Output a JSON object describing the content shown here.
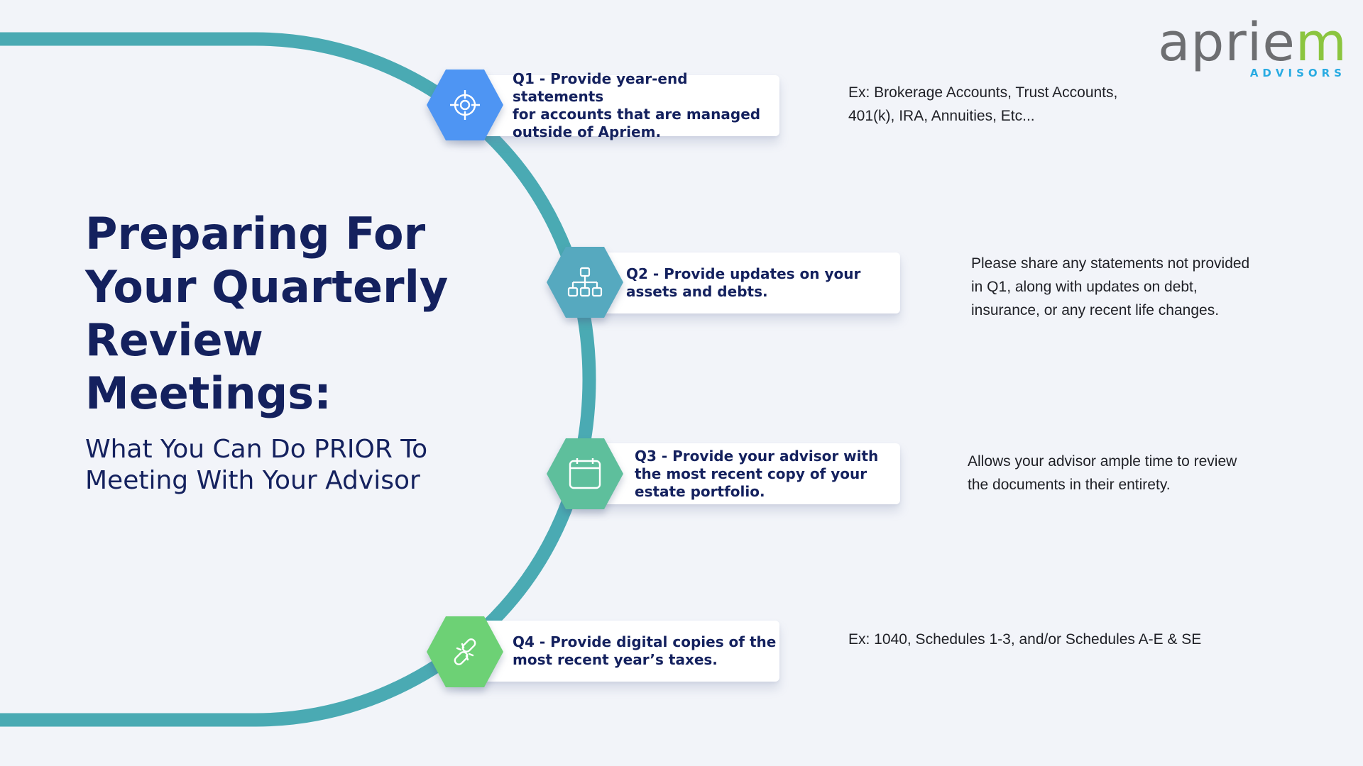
{
  "logo": {
    "word_main": "aprie",
    "word_accent": "m",
    "subtitle": "ADVISORS"
  },
  "title": "Preparing For Your Quarterly Review Meetings:",
  "subtitle": "What You Can Do PRIOR To Meeting With Your Advisor",
  "colors": {
    "background": "#f2f4f9",
    "navy": "#14215e",
    "arc": "#4aaab3",
    "q1": "#4e95f3",
    "q2": "#56a9bf",
    "q3": "#5ebf9c",
    "q4": "#6dd175"
  },
  "steps": [
    {
      "label": "Q1 - Provide year-end statements\nfor accounts that are managed\noutside of Apriem.",
      "icon": "target-icon",
      "note": "Ex: Brokerage Accounts, Trust Accounts,\n401(k), IRA, Annuities, Etc..."
    },
    {
      "label": "Q2 - Provide updates on your\nassets and debts.",
      "icon": "hierarchy-icon",
      "note": "Please share any statements not provided\nin Q1, along with updates on debt,\ninsurance, or any recent life changes."
    },
    {
      "label": "Q3 - Provide your advisor with\nthe most recent copy of your\nestate portfolio.",
      "icon": "calendar-icon",
      "note": "Allows your advisor ample time to review\nthe documents in their entirety."
    },
    {
      "label": "Q4 - Provide digital copies of the\nmost recent year’s taxes.",
      "icon": "link-icon",
      "note": "Ex: 1040, Schedules 1-3, and/or Schedules A-E & SE"
    }
  ]
}
